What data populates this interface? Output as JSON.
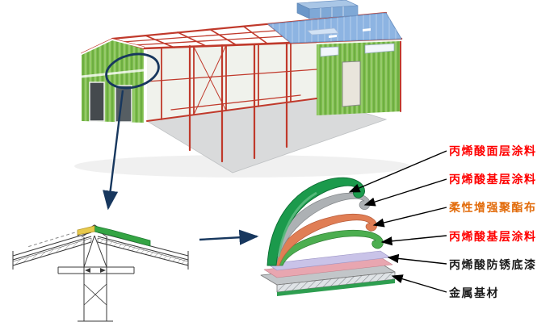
{
  "building": {
    "colors": {
      "frame_red": "#C0392B",
      "wall_green": "#7FBF4D",
      "roof_blue": "#8DB4E2",
      "floor_gray": "#D9DADB"
    }
  },
  "callouts": {
    "color": "#17375E"
  },
  "coating_labels": [
    {
      "text": "丙烯酸面层涂料",
      "color": "#FF0000"
    },
    {
      "text": "丙烯酸基层涂料",
      "color": "#FF0000"
    },
    {
      "text": "柔性增强聚酯布",
      "color": "#E26B0A"
    },
    {
      "text": "丙烯酸基层涂料",
      "color": "#FF0000"
    },
    {
      "text": "丙烯酸防锈底漆",
      "color": "#1A1A1A"
    },
    {
      "text": "金属基材",
      "color": "#1A1A1A"
    }
  ],
  "coating_layers": {
    "top_coat_green": "#1B9A4C",
    "base_coat_gray": "#ADB1B4",
    "polyester_cloth_orange": "#E07E55",
    "base_coat_green": "#4CAE50",
    "primer_lavender": "#C9C3E8",
    "primer_pink": "#E8A6B0",
    "substrate_gray": "#C2C6C9",
    "substrate_edge_green": "#2E9E50"
  },
  "cad_detail": {
    "coating_patch_green": "#35A544",
    "coating_patch_yellow": "#E7C94C",
    "line_color": "#3A3A3A"
  }
}
